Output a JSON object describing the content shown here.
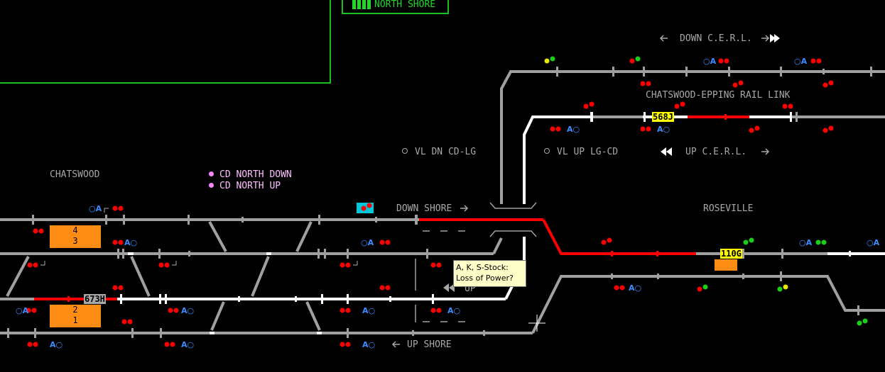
{
  "panels": {
    "north_shore": "NORTH SHORE"
  },
  "labels": {
    "chatswood": "CHATSWOOD",
    "cd_north_down": "CD NORTH DOWN",
    "cd_north_up": "CD NORTH UP",
    "vl_dn": "VL DN CD-LG",
    "vl_up": "VL UP LG-CD",
    "down_cerl": "DOWN C.E.R.L.",
    "up_cerl": "UP C.E.R.L.",
    "cerl_title": "CHATSWOOD-EPPING RAIL LINK",
    "down_shore": "DOWN SHORE",
    "up_shore": "UP SHORE",
    "roseville": "ROSEVILLE"
  },
  "platforms": [
    {
      "top": "4",
      "bottom": "3"
    },
    {
      "top": "2",
      "bottom": "1"
    }
  ],
  "berths": {
    "b568j": "568J",
    "b110g": "110G",
    "b673h": "673H"
  },
  "tooltip": {
    "line1": "A, K, S-Stock:",
    "line2": "Loss of Power?"
  },
  "colors": {
    "idle_track": "#a0a0a0",
    "set_route": "#ffffff",
    "occupied": "#ff0000",
    "panel_green": "#22d62a",
    "platform": "#ff8c14",
    "berth": "#ffff00"
  }
}
